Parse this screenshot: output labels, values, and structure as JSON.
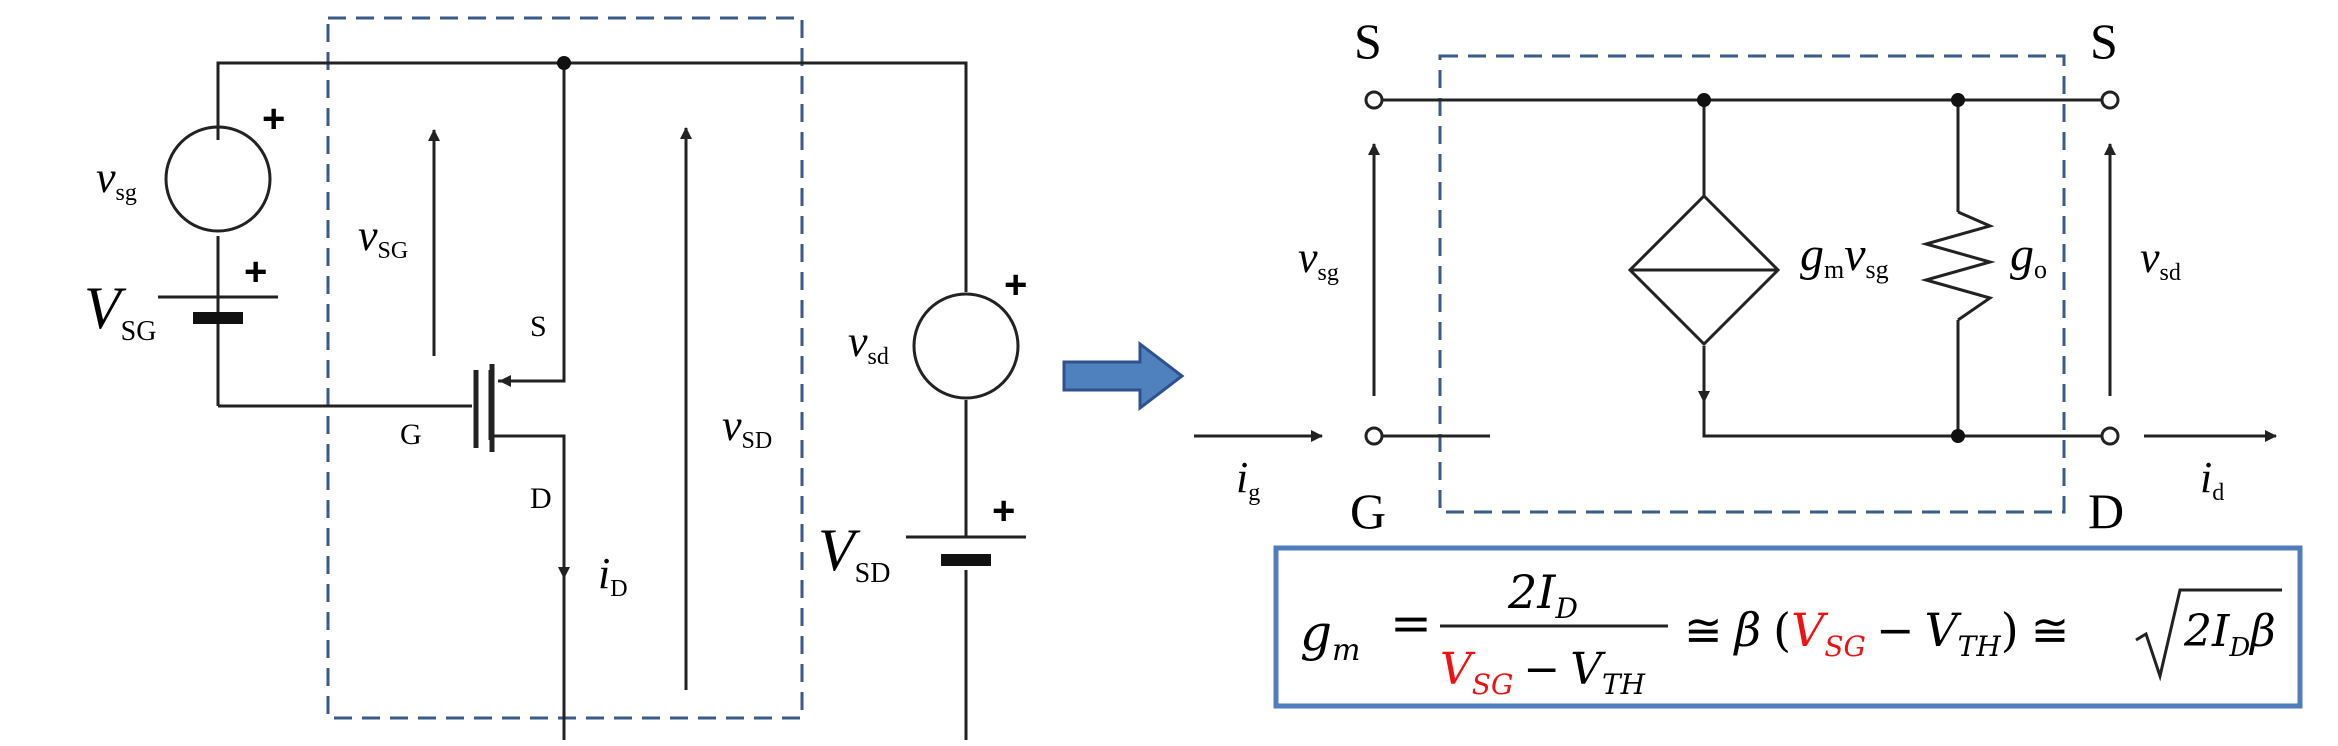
{
  "colors": {
    "wire": "#222222",
    "dashed_box": "#3a5a88",
    "formula_border": "#4f7dbd",
    "arrow_fill": "#4f81bd",
    "arrow_stroke": "#2f528f",
    "highlight": "#ee1111"
  },
  "left_circuit": {
    "v_sg": {
      "main": "v",
      "sub": "sg"
    },
    "V_SG": {
      "main": "V",
      "sub": "SG"
    },
    "v_SG_arrow": {
      "main": "v",
      "sub": "SG"
    },
    "gate": "G",
    "source": "S",
    "drain": "D",
    "i_D": {
      "main": "i",
      "sub": "D"
    },
    "v_SD_arrow": {
      "main": "v",
      "sub": "SD"
    },
    "v_sd": {
      "main": "v",
      "sub": "sd"
    },
    "V_SD": {
      "main": "V",
      "sub": "SD"
    },
    "plus": "+"
  },
  "transform_arrow_icon": "right-arrow-icon",
  "right_circuit": {
    "S_left": "S",
    "S_right": "S",
    "G": "G",
    "D": "D",
    "v_sg": {
      "main": "v",
      "sub": "sg"
    },
    "v_sd": {
      "main": "v",
      "sub": "sd"
    },
    "i_g": {
      "main": "i",
      "sub": "g"
    },
    "i_d": {
      "main": "i",
      "sub": "d"
    },
    "source_label": {
      "g": "g",
      "g_sub": "m",
      "v": "v",
      "v_sub": "sg"
    },
    "resistor_label": {
      "main": "g",
      "sub": "o"
    }
  },
  "formula": {
    "lhs": "g",
    "lhs_sub": "m",
    "eq": "=",
    "num": "2I",
    "num_sub": "D",
    "den_v1": "V",
    "den_v1_sub": "SG",
    "den_minus": "−",
    "den_v2": "V",
    "den_v2_sub": "TH",
    "approx1": "≅",
    "beta": "β",
    "lparen": "(",
    "p_v1": "V",
    "p_v1_sub": "SG",
    "p_minus": "−",
    "p_v2": "V",
    "p_v2_sub": "TH",
    "rparen": ")",
    "approx2": "≅",
    "sqrt_arg": "2I",
    "sqrt_arg_sub": "D",
    "sqrt_beta": "β"
  }
}
